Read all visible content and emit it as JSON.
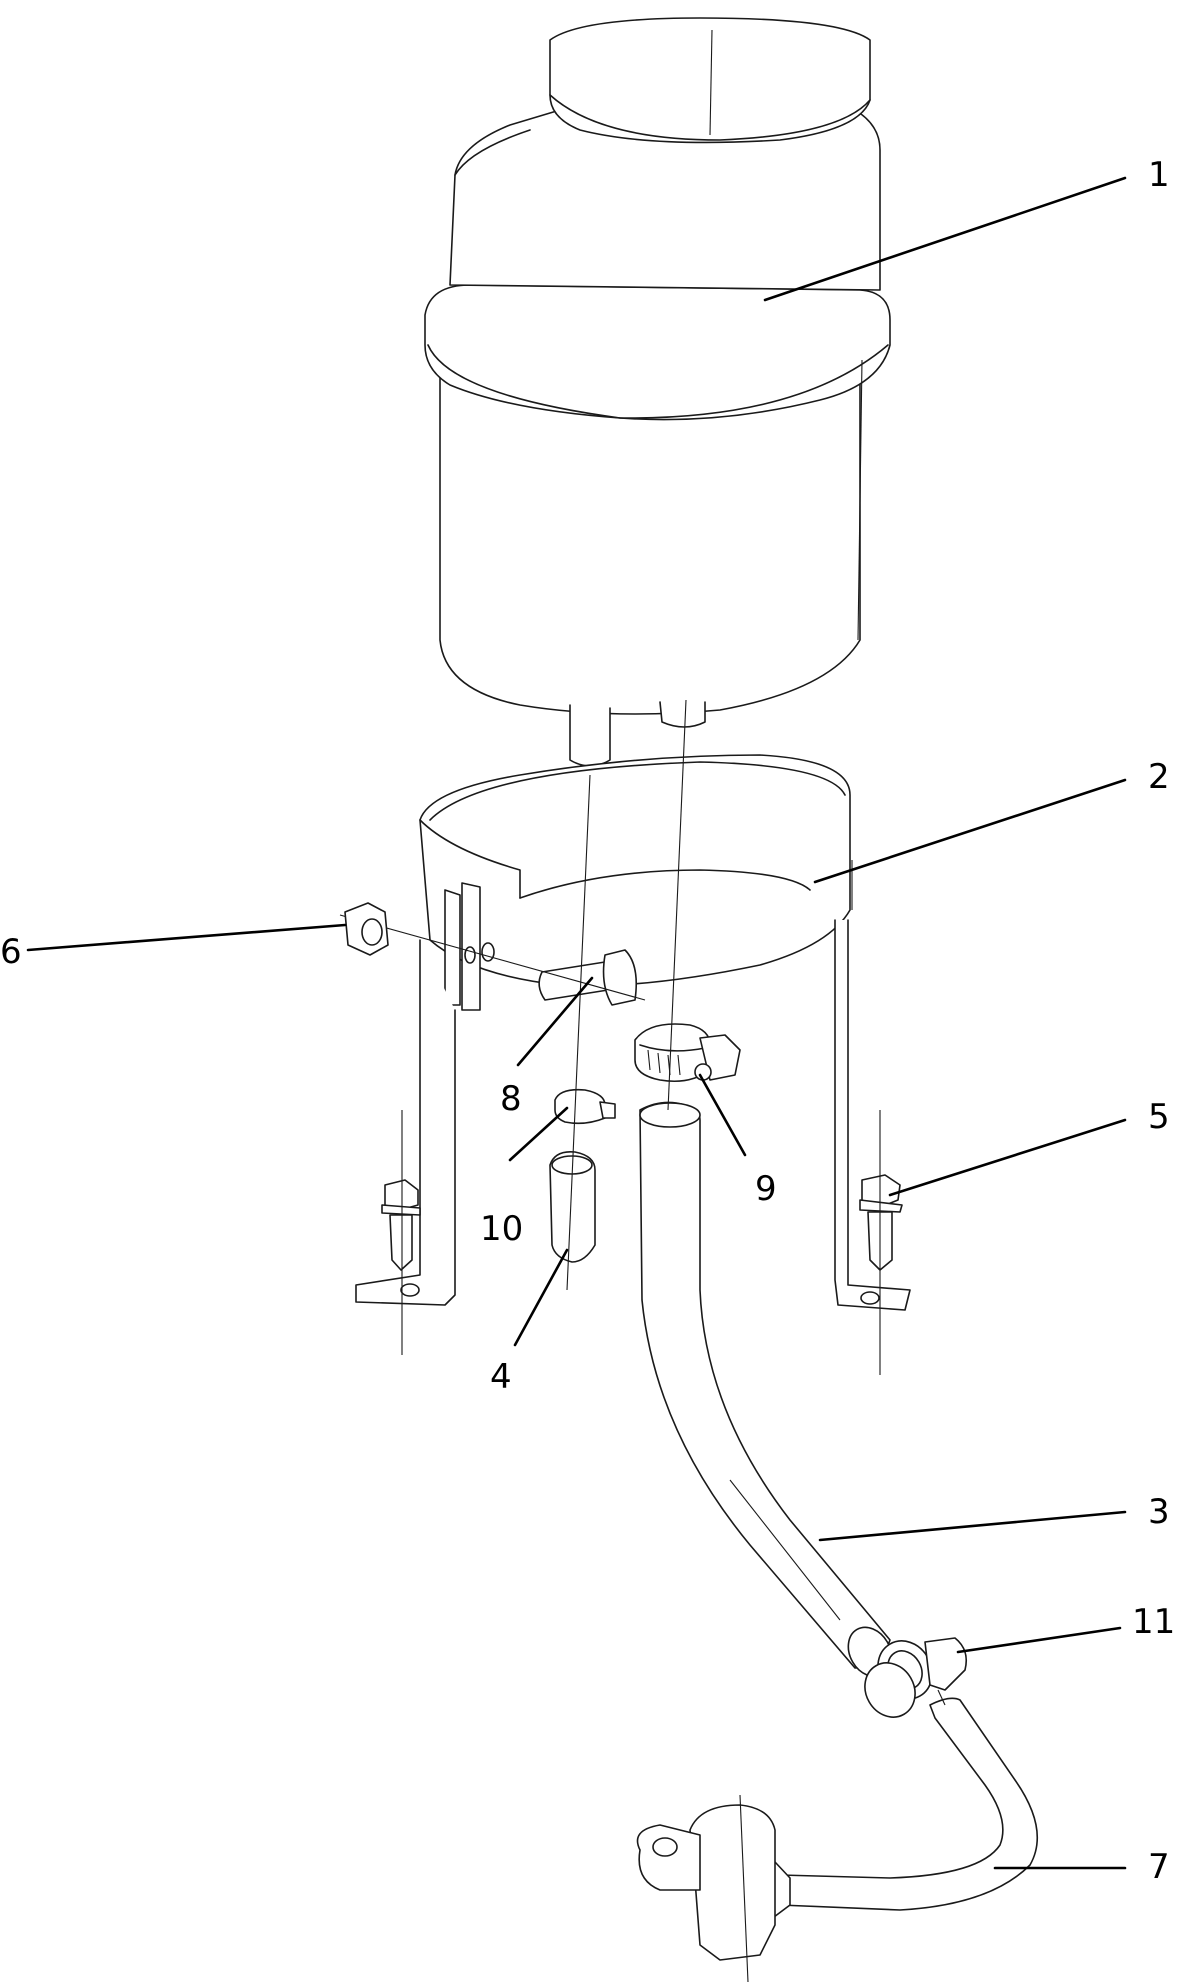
{
  "callouts": [
    {
      "id": "c1",
      "text": "1"
    },
    {
      "id": "c2",
      "text": "2"
    },
    {
      "id": "c3",
      "text": "3"
    },
    {
      "id": "c4",
      "text": "4"
    },
    {
      "id": "c5",
      "text": "5"
    },
    {
      "id": "c6",
      "text": "6"
    },
    {
      "id": "c7",
      "text": "7"
    },
    {
      "id": "c8",
      "text": "8"
    },
    {
      "id": "c9",
      "text": "9"
    },
    {
      "id": "c10",
      "text": "10"
    },
    {
      "id": "c11",
      "text": "11"
    }
  ],
  "colors": {
    "line": "#1a1a1a",
    "background": "#ffffff"
  }
}
